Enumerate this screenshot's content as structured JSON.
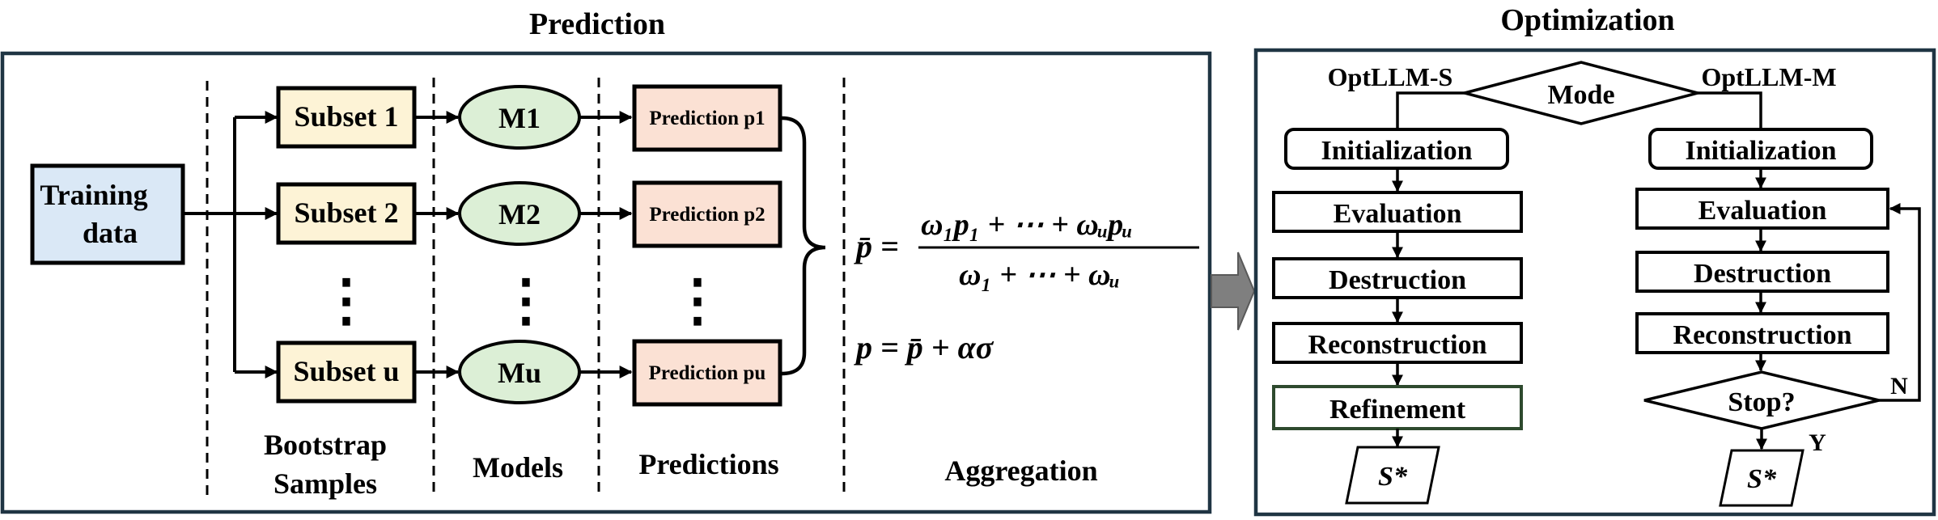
{
  "prediction": {
    "title": "Prediction",
    "training_data": [
      "Training",
      "data"
    ],
    "subsets": [
      "Subset 1",
      "Subset 2",
      "Subset u"
    ],
    "models": [
      "M1",
      "M2",
      "Mu"
    ],
    "predictions": [
      "Prediction p1",
      "Prediction p2",
      "Prediction pu"
    ],
    "dots": "⋮",
    "column_labels": {
      "bootstrap": [
        "Bootstrap",
        "Samples"
      ],
      "models": "Models",
      "predictions": "Predictions",
      "aggregation": "Aggregation"
    },
    "formula_1_lhs": "p̄ =",
    "formula_1_numerator": "ω₁p₁ + ⋯ +  ωᵤpᵤ",
    "formula_1_denominator": "ω₁ + ⋯ + ωᵤ",
    "formula_2": "p = p̄ + ασ"
  },
  "optimization": {
    "title": "Optimization",
    "mode": "Mode",
    "branch_left": "OptLLM-S",
    "branch_right": "OptLLM-M",
    "left_steps": [
      "Initialization",
      "Evaluation",
      "Destruction",
      "Reconstruction",
      "Refinement"
    ],
    "right_steps": [
      "Initialization",
      "Evaluation",
      "Destruction",
      "Reconstruction"
    ],
    "stop": "Stop?",
    "no_label": "N",
    "yes_label": "Y",
    "output": "S*"
  },
  "colors": {
    "border": "#1f3543",
    "training_fill": "#dae8f6",
    "subset_fill": "#fdf3d6",
    "model_fill": "#dcefd6",
    "prediction_fill": "#fbe1d4",
    "arrow_fill": "#7f7f7f",
    "refinement_border": "#2e4a2e"
  }
}
